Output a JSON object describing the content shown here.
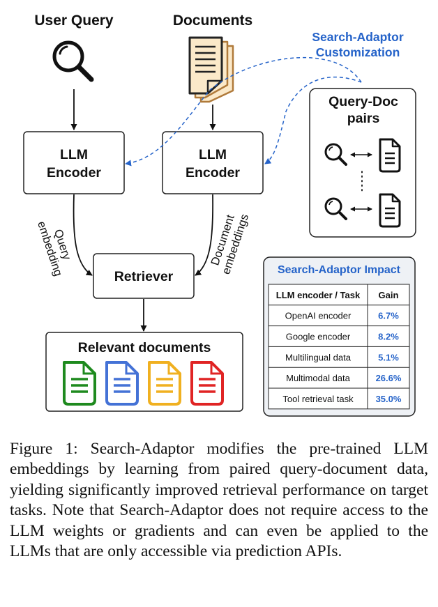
{
  "labels": {
    "user_query": "User Query",
    "documents": "Documents",
    "search_adaptor_line1": "Search-Adaptor",
    "search_adaptor_line2": "Customization",
    "query_doc_line1": "Query-Doc",
    "query_doc_line2": "pairs",
    "encoder_line1": "LLM",
    "encoder_line2": "Encoder",
    "query_embedding_line1": "Query",
    "query_embedding_line2": "embedding",
    "doc_embeddings_line1": "Document",
    "doc_embeddings_line2": "embeddings",
    "retriever": "Retriever",
    "relevant_documents": "Relevant documents"
  },
  "impact_table": {
    "title": "Search-Adaptor Impact",
    "headers": [
      "LLM encoder / Task",
      "Gain"
    ],
    "rows": [
      {
        "task": "OpenAI encoder",
        "gain": "6.7%"
      },
      {
        "task": "Google encoder",
        "gain": "8.2%"
      },
      {
        "task": "Multilingual data",
        "gain": "5.1%"
      },
      {
        "task": "Multimodal data",
        "gain": "26.6%"
      },
      {
        "task": "Tool retrieval task",
        "gain": "35.0%"
      }
    ]
  },
  "colors": {
    "accent_blue": "#2563c9",
    "doc_green": "#1e8a1e",
    "doc_blue": "#4472d6",
    "doc_yellow": "#f0b020",
    "doc_red": "#e02424",
    "paper": "#fbe9c9",
    "paper_border": "#b07a3a"
  },
  "caption": "Figure 1: Search-Adaptor modifies the pre-trained LLM embeddings by learning from paired query-document data, yielding significantly improved retrieval performance on target tasks. Note that Search-Adaptor does not require access to the LLM weights or gradients and can even be applied to the LLMs that are only accessible via prediction APIs."
}
